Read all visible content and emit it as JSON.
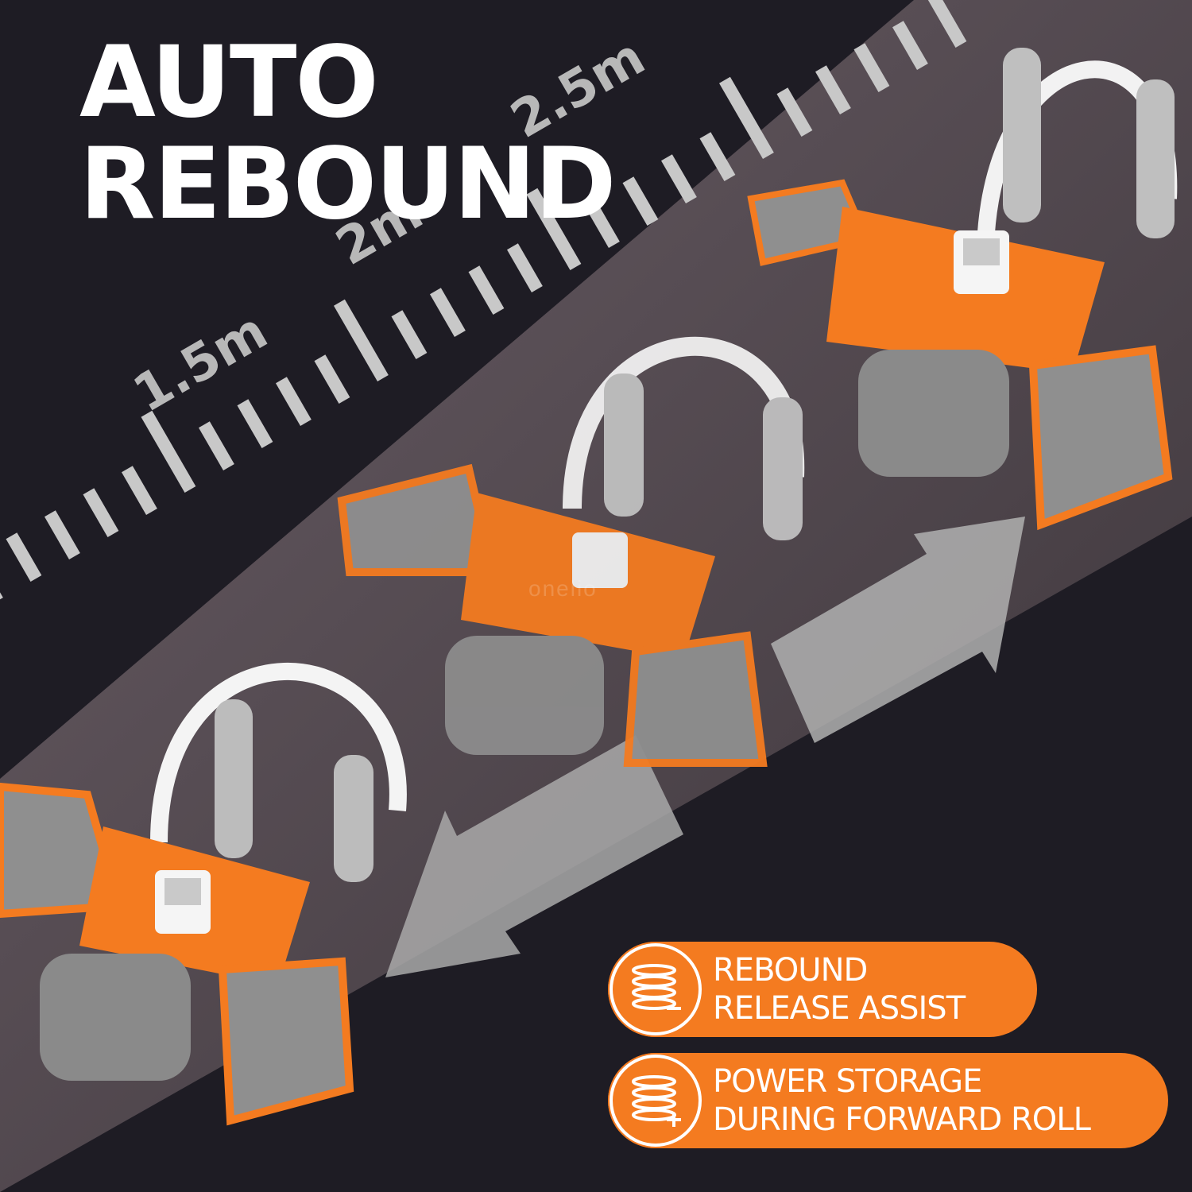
{
  "headline": {
    "line1": "AUTO",
    "line2": "REBOUND"
  },
  "ruler": {
    "labels": [
      "1.5m",
      "2m",
      "2.5m"
    ]
  },
  "watermark": "onelio",
  "features": [
    {
      "icon": "spring-minus-icon",
      "line1": "REBOUND",
      "line2": "RELEASE ASSIST"
    },
    {
      "icon": "spring-plus-icon",
      "line1": "POWER STORAGE",
      "line2": "DURING FORWARD ROLL"
    }
  ],
  "colors": {
    "accent": "#f47b20",
    "background": "#222028",
    "mat": "#4a4349",
    "pad": "#8e8e8e"
  }
}
